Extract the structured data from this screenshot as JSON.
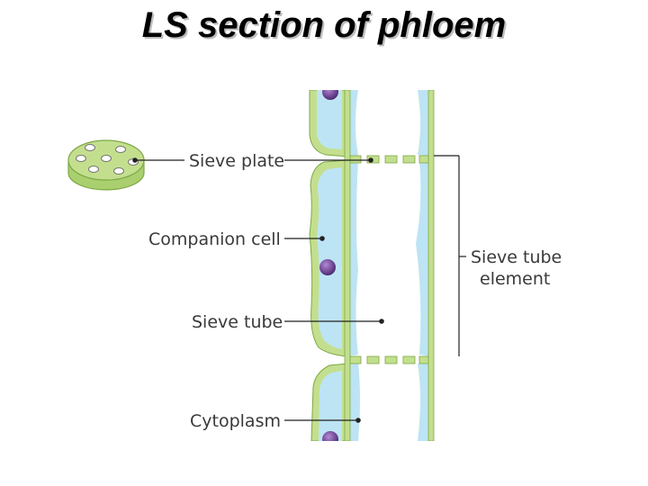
{
  "title": "LS section of phloem",
  "labels": {
    "sieve_plate": "Sieve plate",
    "companion_cell": "Companion cell",
    "sieve_tube": "Sieve tube",
    "cytoplasm": "Cytoplasm",
    "sieve_tube_element_line1": "Sieve tube",
    "sieve_tube_element_line2": "element"
  },
  "colors": {
    "cell_wall": "#c3df8e",
    "cell_wall_outline": "#7da845",
    "cytoplasm": "#bde4f4",
    "nucleus": "#6b3b8f",
    "leader_line": "#222222"
  }
}
